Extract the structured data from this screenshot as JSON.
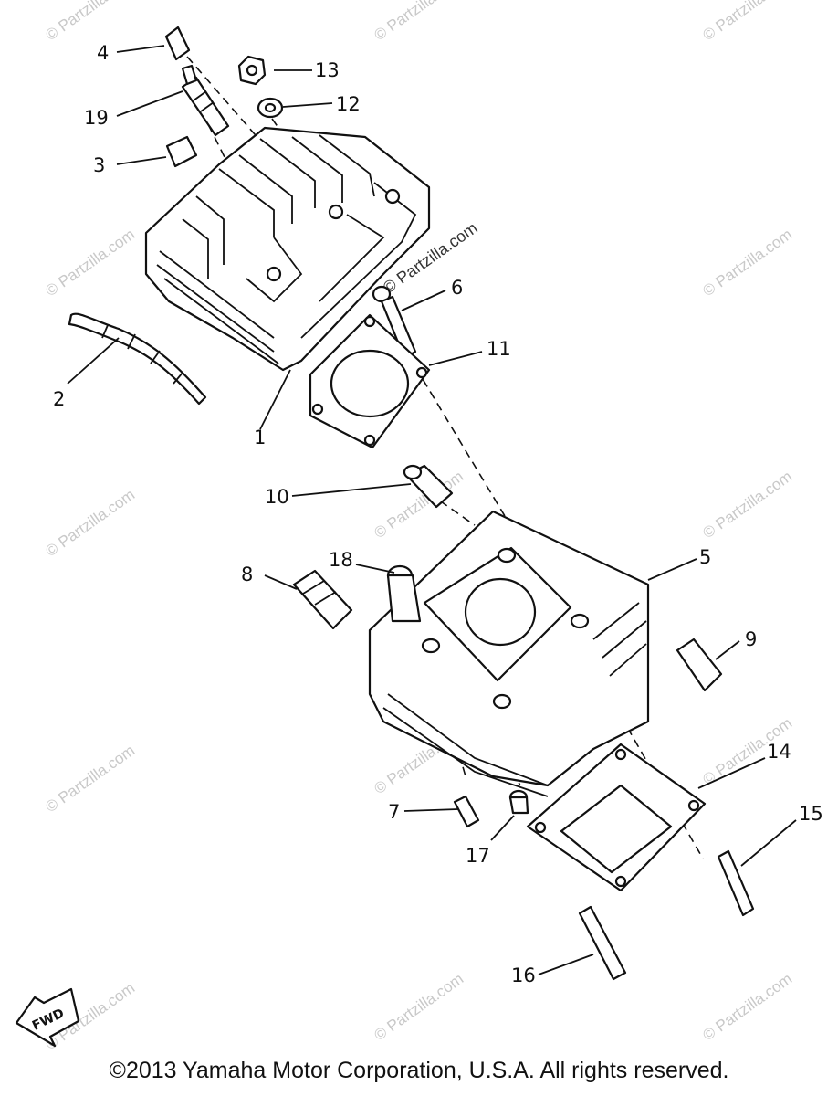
{
  "watermark": "© Partzilla.com",
  "watermark_center": "© Partzilla.com",
  "fwd_label": "FWD",
  "copyright": "©2013 Yamaha Motor Corporation, U.S.A. All rights reserved.",
  "callouts": {
    "c1": "1",
    "c2": "2",
    "c3": "3",
    "c4": "4",
    "c5": "5",
    "c6": "6",
    "c7": "7",
    "c8": "8",
    "c9": "9",
    "c10": "10",
    "c11": "11",
    "c12": "12",
    "c13": "13",
    "c14": "14",
    "c15": "15",
    "c16": "16",
    "c17": "17",
    "c18": "18",
    "c19": "19"
  }
}
